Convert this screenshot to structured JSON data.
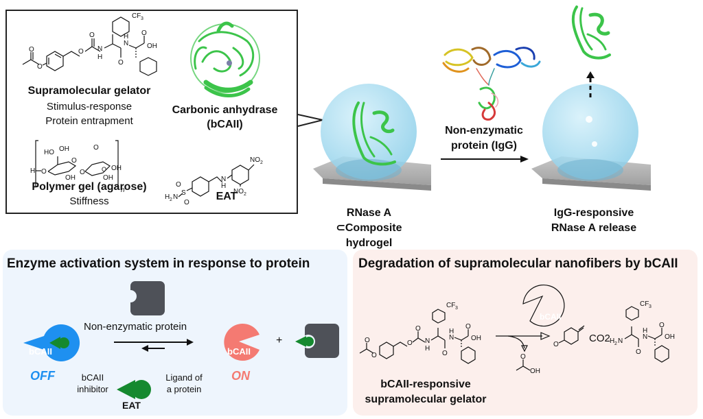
{
  "colors": {
    "enzyme_off": "#1e90f0",
    "enzyme_on": "#f47a72",
    "ligand": "#15892f",
    "protein_box": "#4e5158",
    "protein_green": "#3cc44a",
    "hydrogel": "#a8dcef",
    "panel_left_bg": "#eef5fd",
    "panel_right_bg": "#fcefec"
  },
  "components_box": {
    "gelator": {
      "title": "Supramolecular gelator",
      "lines": [
        "Stimulus-response",
        "Protein entrapment"
      ],
      "structure_labels": {
        "cf3": "CF3",
        "nh": "N",
        "h": "H",
        "o": "O",
        "oh": "OH"
      }
    },
    "polymer": {
      "title": "Polymer gel (agarose)",
      "lines": [
        "Stiffness"
      ],
      "structure_labels": {
        "h": "H",
        "ho": "HO",
        "oh": "OH",
        "o": "O",
        "n": "n"
      }
    },
    "enzyme": {
      "title": "Carbonic anhydrase",
      "subtitle": "(bCAII)",
      "icon": "protein-ribbon-icon"
    },
    "inhibitor": {
      "title": "EAT",
      "structure_labels": {
        "no2": "NO2",
        "h2n": "H2N",
        "s": "S",
        "o": "O",
        "n": "N",
        "h": "H"
      }
    }
  },
  "scheme_top": {
    "before": {
      "line1": "RNase A",
      "line2": "⊂Composite hydrogel"
    },
    "stimulus": {
      "line1": "Non-enzymatic",
      "line2": "protein (IgG)"
    },
    "after": {
      "line1": "IgG-responsive",
      "line2": "RNase A release"
    }
  },
  "panel_left": {
    "title": "Enzyme activation system in response to protein",
    "protein_label": "Non-enzymatic protein",
    "enzyme_label": "bCAII",
    "off_label": "OFF",
    "on_label": "ON",
    "plus": "+",
    "inhibitor_left": [
      "bCAII",
      "inhibitor"
    ],
    "inhibitor_right": [
      "Ligand of",
      "a protein"
    ],
    "inhibitor_name": "EAT"
  },
  "panel_right": {
    "title": "Degradation of supramolecular nanofibers by bCAII",
    "enzyme_label": "bCAII",
    "co2": "CO2",
    "gelator_caption": [
      "bCAII-responsive",
      "supramolecular gelator"
    ],
    "structure_labels": {
      "cf3": "CF3",
      "h2n": "H2N",
      "oh": "OH",
      "o": "O",
      "n": "N",
      "h": "H"
    }
  }
}
